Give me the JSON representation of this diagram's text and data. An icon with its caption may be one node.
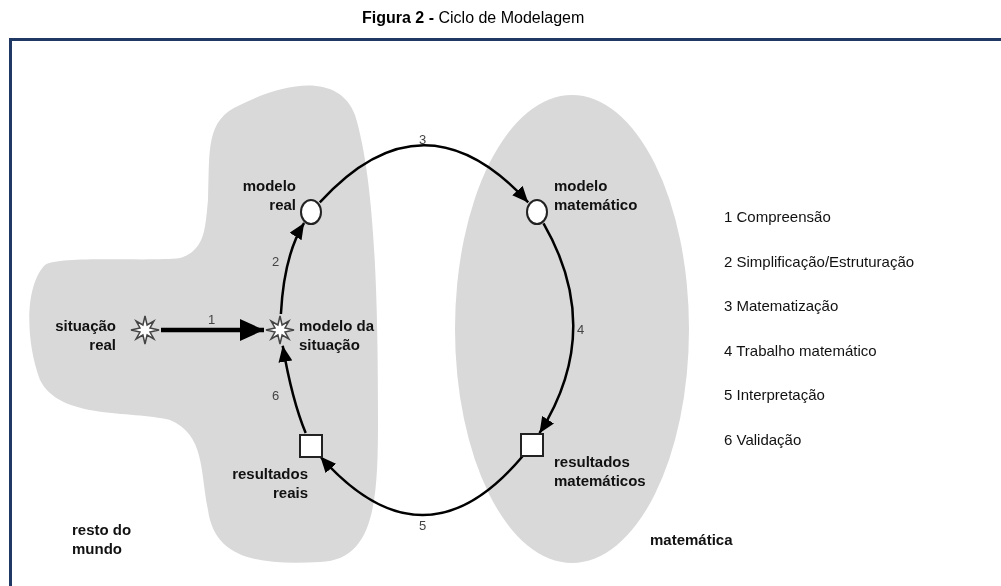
{
  "diagram": {
    "title": "**Figura 2 -** Ciclo de Modelagem",
    "nodes": [
      {
        "text": [
          "resto do mundo"
        ]
      },
      {
        "text": [
          "matemática"
        ]
      },
      {
        "text": [],
        "shape": "circle",
        "beside": [
          "modelo real"
        ],
        "in": 0
      },
      {
        "text": [],
        "shape": "star",
        "beside": [
          "situação real"
        ],
        "in": 0
      },
      {
        "text": [],
        "shape": "star",
        "beside": [
          "modelo da situação"
        ],
        "in": 0
      },
      {
        "text": [],
        "shape": "box",
        "beside": [
          "resultados reais"
        ],
        "in": 0
      },
      {
        "text": [],
        "shape": "circle",
        "beside": [
          "modelo matemático"
        ],
        "in": 1
      },
      {
        "text": [],
        "shape": "box",
        "beside": [
          "resultados matemáticos"
        ],
        "in": 1
      }
    ],
    "edges": [
      {
        "from": 3,
        "to": 4,
        "arrow": "to",
        "label": "1",
        "style": "thick"
      },
      {
        "from": 4,
        "to": 2,
        "arrow": "to",
        "label": "2"
      },
      {
        "from": 2,
        "to": 6,
        "arrow": "to",
        "label": "3"
      },
      {
        "from": 6,
        "to": 7,
        "arrow": "to",
        "label": "4"
      },
      {
        "from": 7,
        "to": 5,
        "arrow": "to",
        "label": "5"
      },
      {
        "from": 5,
        "to": 4,
        "arrow": "to",
        "label": "6"
      }
    ],
    "labels": [
      "1 Compreensão",
      "2 Simplificação/Estruturação",
      "3 Matematização",
      "4 Trabalho matemático",
      "5 Interpretação",
      "6 Validação"
    ]
  }
}
